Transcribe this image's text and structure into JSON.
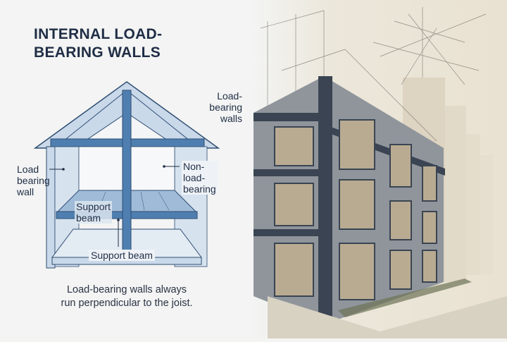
{
  "diagram": {
    "title_line1": "INTERNAL LOAD-",
    "title_line2": "BEARING WALLS",
    "labels": {
      "load_bearing_walls_top": [
        "Load-",
        "bearing",
        "walls"
      ],
      "load_bearing_wall_left": [
        "Load",
        "bearing",
        "wall"
      ],
      "non_load_bearing": [
        "Non-",
        "load-",
        "bearing"
      ],
      "support_beam_upper": [
        "Support",
        "beam"
      ],
      "support_beam_lower": "Support beam"
    },
    "caption_line1": "Load-bearing walls always",
    "caption_line2": "run perpendicular to the joist.",
    "colors": {
      "beam_blue": "#4f7fb0",
      "wall_light_blue": "#c9d9ea",
      "outline": "#2f4d72",
      "title_navy": "#1f2d45"
    }
  },
  "illustration": {
    "subject": "modern multi-story building with steel frame and glass windows, architectural sketch style",
    "colors": {
      "frame_dark": "#3a4452",
      "panel_gray": "#9aa0a6",
      "glass_warm": "#b9ab92",
      "background": "#ece7db"
    }
  }
}
